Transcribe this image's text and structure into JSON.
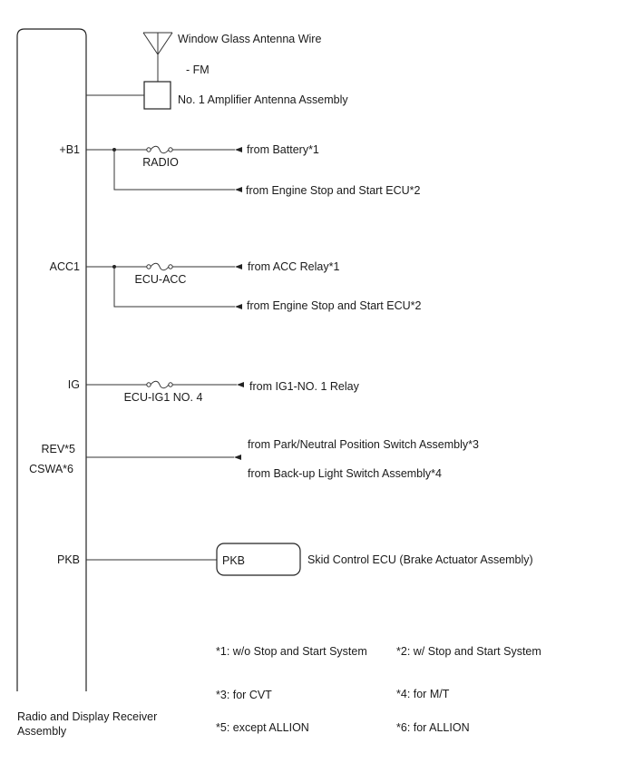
{
  "antenna": {
    "wire_label": "Window Glass Antenna Wire",
    "band": "- FM",
    "amplifier_label": "No. 1 Amplifier Antenna Assembly"
  },
  "receiver": {
    "label_line1": "Radio and Display Receiver",
    "label_line2": "Assembly"
  },
  "terminals": {
    "b1": "+B1",
    "acc1": "ACC1",
    "ig": "IG",
    "rev": "REV*5",
    "cswa": "CSWA*6",
    "pkb": "PKB"
  },
  "fuses": {
    "radio": "RADIO",
    "ecu_acc": "ECU-ACC",
    "ecu_ig1": "ECU-IG1 NO. 4"
  },
  "sources": {
    "battery": "from Battery*1",
    "engine_stop_start_1": "from Engine Stop and Start ECU*2",
    "acc_relay": "from ACC Relay*1",
    "engine_stop_start_2": "from Engine Stop and Start ECU*2",
    "ig1_relay": "from IG1-NO. 1 Relay",
    "park_neutral": "from Park/Neutral Position Switch Assembly*3",
    "backup_light": "from Back-up Light Switch Assembly*4"
  },
  "skid_control": {
    "terminal": "PKB",
    "label": "Skid Control ECU (Brake Actuator Assembly)"
  },
  "notes": {
    "n1": "*1: w/o Stop and Start System",
    "n2": "*2: w/ Stop and Start System",
    "n3": "*3: for CVT",
    "n4": "*4: for M/T",
    "n5": "*5: except ALLION",
    "n6": "*6: for ALLION"
  }
}
